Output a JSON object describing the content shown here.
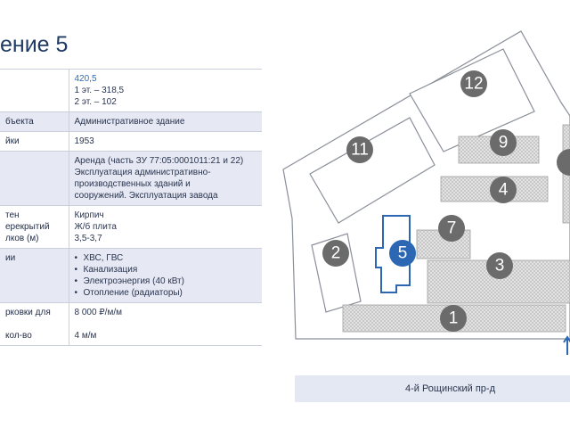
{
  "title": "ение 5",
  "rows": [
    {
      "label": "",
      "values": [
        "420,5",
        "1 эт. – 318,5",
        "2 эт. – 102"
      ],
      "accent_first": true,
      "shade": false
    },
    {
      "label": "бъекта",
      "values": [
        "Административное здание"
      ],
      "shade": true
    },
    {
      "label": "йки",
      "values": [
        "1953"
      ],
      "shade": false
    },
    {
      "label": "",
      "values": [
        "Аренда (часть ЗУ 77:05:0001011:21 и 22)",
        "Эксплуатация административно-",
        "производственных зданий и",
        "сооружений. Эксплуатация завода"
      ],
      "shade": true
    },
    {
      "label": "тен\nерекрытий\nлков (м)",
      "values": [
        "Кирпич",
        "Ж/б плита",
        "3,5-3,7"
      ],
      "shade": false
    },
    {
      "label": "ии",
      "bullets": [
        "ХВС, ГВС",
        "Канализация",
        "Электроэнергия (40 кВт)",
        "Отопление (радиаторы)"
      ],
      "shade": true
    },
    {
      "label": "рковки для\n\nкол-во",
      "values": [
        "8 000 ₽/м/м",
        "",
        "4 м/м"
      ],
      "shade": false
    }
  ],
  "map": {
    "buildings": [
      "1",
      "2",
      "3",
      "4",
      "5",
      "7",
      "9",
      "11",
      "12"
    ],
    "highlighted": "5",
    "colors": {
      "building": "#6b6b6b",
      "highlight": "#2b67b3",
      "outline": "#8a8f99",
      "hatch": "#cfcfcf"
    }
  },
  "street": {
    "name": "4-й Рощинский пр-д"
  }
}
